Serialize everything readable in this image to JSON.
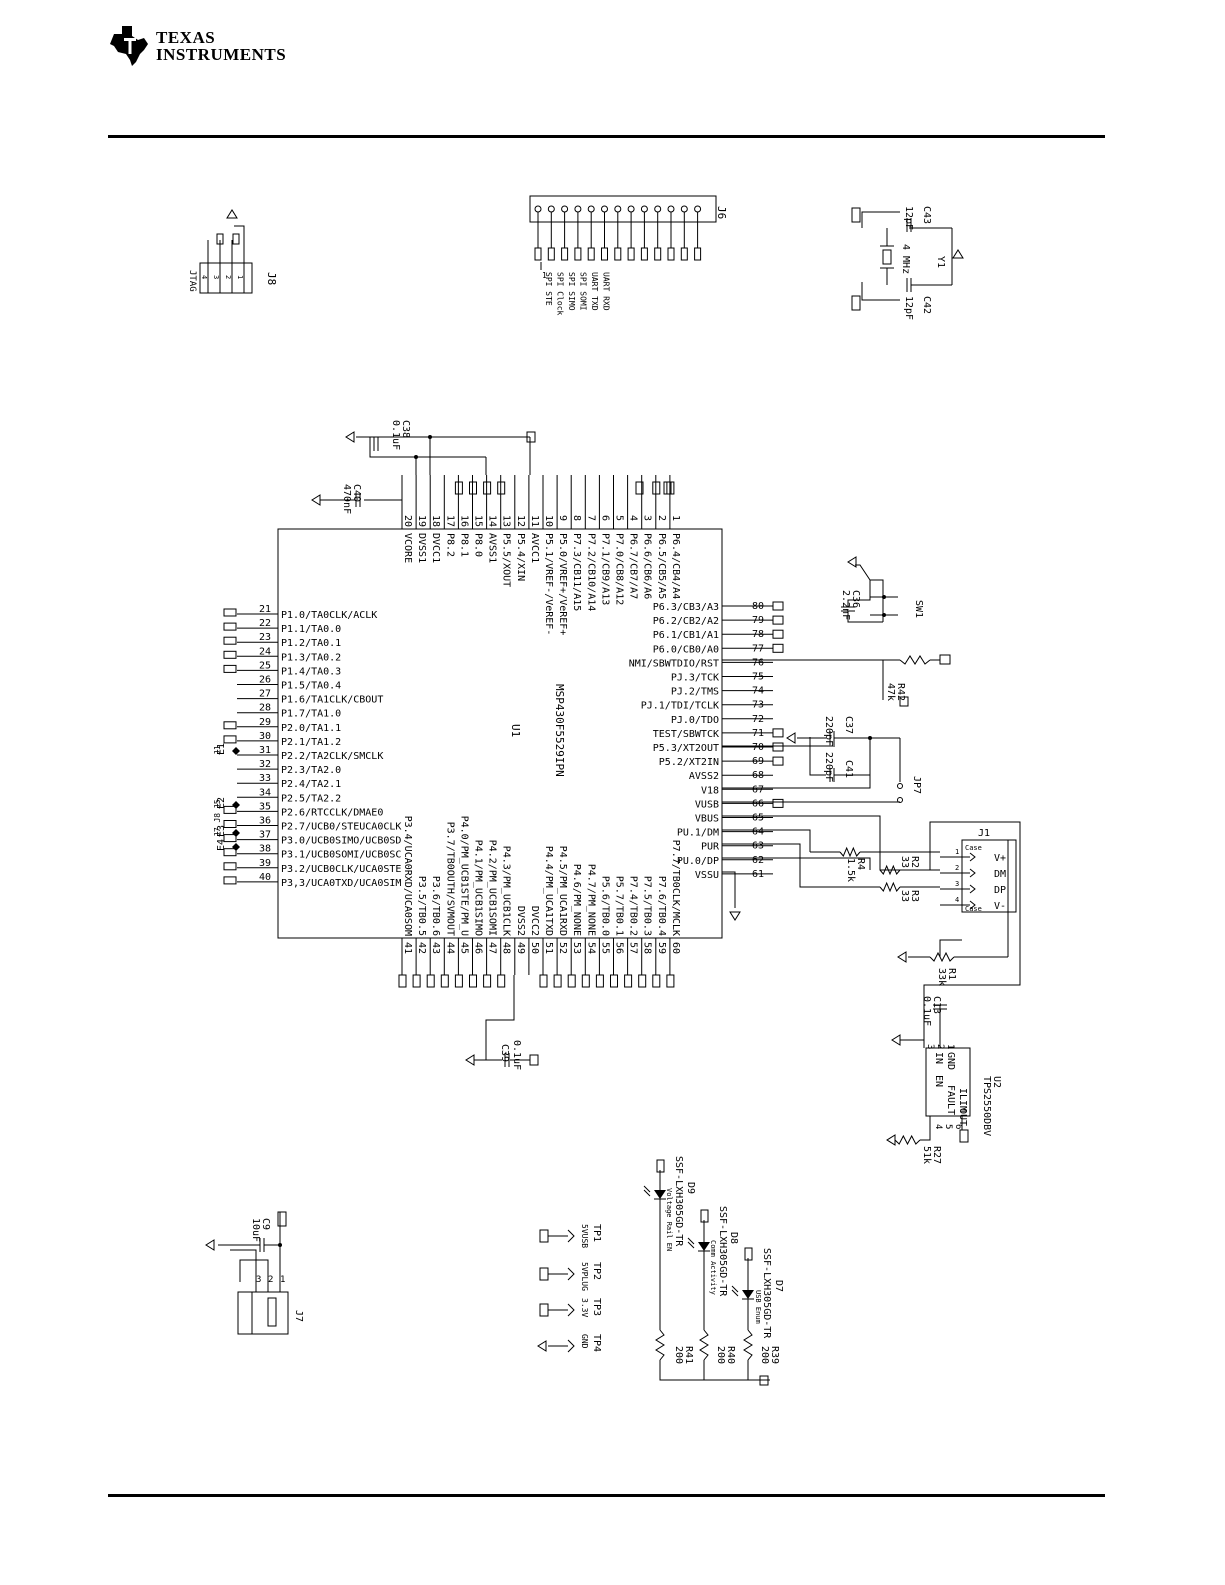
{
  "header": {
    "logo_line1": "TEXAS",
    "logo_line2": "INSTRUMENTS"
  },
  "u1": {
    "ref": "U1",
    "part": "MSP430F5529IPN",
    "left_pins": [
      {
        "n": "21",
        "label": "P1.0/TA0CLK/ACLK"
      },
      {
        "n": "22",
        "label": "P1.1/TA0.0"
      },
      {
        "n": "23",
        "label": "P1.2/TA0.1"
      },
      {
        "n": "24",
        "label": "P1.3/TA0.2"
      },
      {
        "n": "25",
        "label": "P1.4/TA0.3"
      },
      {
        "n": "26",
        "label": "P1.5/TA0.4"
      },
      {
        "n": "27",
        "label": "P1.6/TA1CLK/CBOUT"
      },
      {
        "n": "28",
        "label": "P1.7/TA1.0"
      },
      {
        "n": "29",
        "label": "P2.0/TA1.1"
      },
      {
        "n": "30",
        "label": "P2.1/TA1.2"
      },
      {
        "n": "31",
        "label": "P2.2/TA2CLK/SMCLK"
      },
      {
        "n": "32",
        "label": "P2.3/TA2.0"
      },
      {
        "n": "33",
        "label": "P2.4/TA2.1"
      },
      {
        "n": "34",
        "label": "P2.5/TA2.2"
      },
      {
        "n": "35",
        "label": "P2.6/RTCCLK/DMAE0"
      },
      {
        "n": "36",
        "label": "P2.7/UCB0/STEUCA0CLK"
      },
      {
        "n": "37",
        "label": "P3.0/UCB0SIMO/UCB0SD"
      },
      {
        "n": "38",
        "label": "P3.1/UCB0SOMI/UCB0SC"
      },
      {
        "n": "39",
        "label": "P3.2/UCB0CLK/UCA0STE"
      },
      {
        "n": "40",
        "label": "P3,3/UCA0TXD/UCA0SIM"
      }
    ],
    "right_pins": [
      {
        "n": "80",
        "label": "P6.3/CB3/A3"
      },
      {
        "n": "79",
        "label": "P6.2/CB2/A2"
      },
      {
        "n": "78",
        "label": "P6.1/CB1/A1"
      },
      {
        "n": "77",
        "label": "P6.0/CB0/A0"
      },
      {
        "n": "76",
        "label": "NMI/SBWTDIO/RST"
      },
      {
        "n": "75",
        "label": "PJ.3/TCK"
      },
      {
        "n": "74",
        "label": "PJ.2/TMS"
      },
      {
        "n": "73",
        "label": "PJ.1/TDI/TCLK"
      },
      {
        "n": "72",
        "label": "PJ.0/TDO"
      },
      {
        "n": "71",
        "label": "TEST/SBWTCK"
      },
      {
        "n": "70",
        "label": "P5.3/XT2OUT"
      },
      {
        "n": "69",
        "label": "P5.2/XT2IN"
      },
      {
        "n": "68",
        "label": "AVSS2"
      },
      {
        "n": "67",
        "label": "V18"
      },
      {
        "n": "66",
        "label": "VUSB"
      },
      {
        "n": "65",
        "label": "VBUS"
      },
      {
        "n": "64",
        "label": "PU.1/DM"
      },
      {
        "n": "63",
        "label": "PUR"
      },
      {
        "n": "62",
        "label": "PU.0/DP"
      },
      {
        "n": "61",
        "label": "VSSU"
      }
    ],
    "top_pins": [
      {
        "n": "20",
        "label": "VCORE"
      },
      {
        "n": "19",
        "label": "DVSS1"
      },
      {
        "n": "18",
        "label": "DVCC1"
      },
      {
        "n": "17",
        "label": "P8.2"
      },
      {
        "n": "16",
        "label": "P8.1"
      },
      {
        "n": "15",
        "label": "P8.0"
      },
      {
        "n": "14",
        "label": "AVSS1"
      },
      {
        "n": "13",
        "label": "P5.5/XOUT"
      },
      {
        "n": "12",
        "label": "P5.4/XIN"
      },
      {
        "n": "11",
        "label": "AVCC1"
      },
      {
        "n": "10",
        "label": "P5.1/VREF-/VeREF-"
      },
      {
        "n": "9",
        "label": "P5.0/VREF+/VeREF+"
      },
      {
        "n": "8",
        "label": "P7.3/CB11/A15"
      },
      {
        "n": "7",
        "label": "P7.2/CB10/A14"
      },
      {
        "n": "6",
        "label": "P7.1/CB9/A13"
      },
      {
        "n": "5",
        "label": "P7.0/CB8/A12"
      },
      {
        "n": "4",
        "label": "P6.7/CB7/A7"
      },
      {
        "n": "3",
        "label": "P6.6/CB6/A6"
      },
      {
        "n": "2",
        "label": "P6.5/CB5/A5"
      },
      {
        "n": "1",
        "label": "P6.4/CB4/A4"
      }
    ],
    "bottom_pins": [
      {
        "n": "41",
        "label": "P3.4/UCA0RXD/UCA0SOM"
      },
      {
        "n": "42",
        "label": "P3.5/TB0.5"
      },
      {
        "n": "43",
        "label": "P3.6/TB0.6"
      },
      {
        "n": "44",
        "label": "P3.7/TB0OUTH/SVMOUT"
      },
      {
        "n": "45",
        "label": "P4.0/PM_UCB1STE/PM_U"
      },
      {
        "n": "46",
        "label": "P4.1/PM_UCB1SIMO"
      },
      {
        "n": "47",
        "label": "P4.2/PM_UCB1SOMI"
      },
      {
        "n": "48",
        "label": "P4.3/PM_UCB1CLK"
      },
      {
        "n": "49",
        "label": "DVSS2"
      },
      {
        "n": "50",
        "label": "DVCC2"
      },
      {
        "n": "51",
        "label": "P4.4/PM_UCA1TXD"
      },
      {
        "n": "52",
        "label": "P4.5/PM_UCA1RXD"
      },
      {
        "n": "53",
        "label": "P4.6/PM_NONE"
      },
      {
        "n": "54",
        "label": "P4.7/PM_NONE"
      },
      {
        "n": "55",
        "label": "P5.6/TB0.0"
      },
      {
        "n": "56",
        "label": "P5.7/TB0.1"
      },
      {
        "n": "57",
        "label": "P7.4/TB0.2"
      },
      {
        "n": "58",
        "label": "P7.5/TB0.3"
      },
      {
        "n": "59",
        "label": "P7.6/TB0.4"
      },
      {
        "n": "60",
        "label": "P7.7/TB0CLK/MCLK"
      }
    ]
  },
  "parts": {
    "j8": "J8",
    "jtag": "JTAG",
    "j6": "J6",
    "j6_labels": [
      "SPI STE",
      "SPI Clock",
      "SPI SIMO",
      "SPI SOMI",
      "UART TXD",
      "UART RXD"
    ],
    "c43": "C43",
    "c43_val": "12pF",
    "c42": "C42",
    "c42_val": "12pF",
    "y1": "Y1",
    "y1_val": "4 MHz",
    "c38": "C38",
    "c38_val": "0.1uF",
    "c40": "C40",
    "c40_val": "470nF",
    "sw1": "SW1",
    "c36": "C36",
    "c36_val": "2.2nF",
    "r42": "R42",
    "r42_val": "47k",
    "c37": "C37",
    "c37_val": "220pF",
    "c41": "C41",
    "c41_val": "220pF",
    "jp7": "JP7",
    "j1": "J1",
    "j1_pins": [
      "V+",
      "DM",
      "DP",
      "V-"
    ],
    "j1_case": "Case",
    "r4": "R4",
    "r4_val": "1.5k",
    "r2": "R2",
    "r2_val": "33",
    "r3": "R3",
    "r3_val": "33",
    "r1": "R1",
    "r1_val": "33k",
    "c13": "C13",
    "c13_val": "0.1uF",
    "u2": "U2",
    "u2_part": "TPS2550DBV",
    "u2_pins": [
      "IN",
      "GND",
      "EN",
      "ILIM",
      "OUT",
      "FAULT"
    ],
    "r27": "R27",
    "r27_val": "51k",
    "c39": "C39",
    "c39_val": "0.1uF",
    "d9": "D9",
    "d9_part": "SSF-LXH305GD-TR",
    "d9_note": "Voltage Rail EN",
    "d8": "D8",
    "d8_part": "SSF-LXH305GD-TR",
    "d8_note": "Comm Activity",
    "d7": "D7",
    "d7_part": "SSF-LXH305GD-TR",
    "d7_note": "USB Enum",
    "r41": "R41",
    "r41_val": "200",
    "r40": "R40",
    "r40_val": "200",
    "r39": "R39",
    "r39_val": "200",
    "tp1": "TP1",
    "tp1_note": "5VUSB",
    "tp2": "TP2",
    "tp2_note": "5VPLUG",
    "tp3": "TP3",
    "tp3_note": "3.3V",
    "tp4": "TP4",
    "tp4_note": "GND",
    "c9": "C9",
    "c9_val": "10uF",
    "j7": "J7",
    "e_labels": [
      "J1",
      "E1",
      "J5",
      "E2",
      "J7",
      "J8",
      "E3",
      "E4"
    ]
  }
}
